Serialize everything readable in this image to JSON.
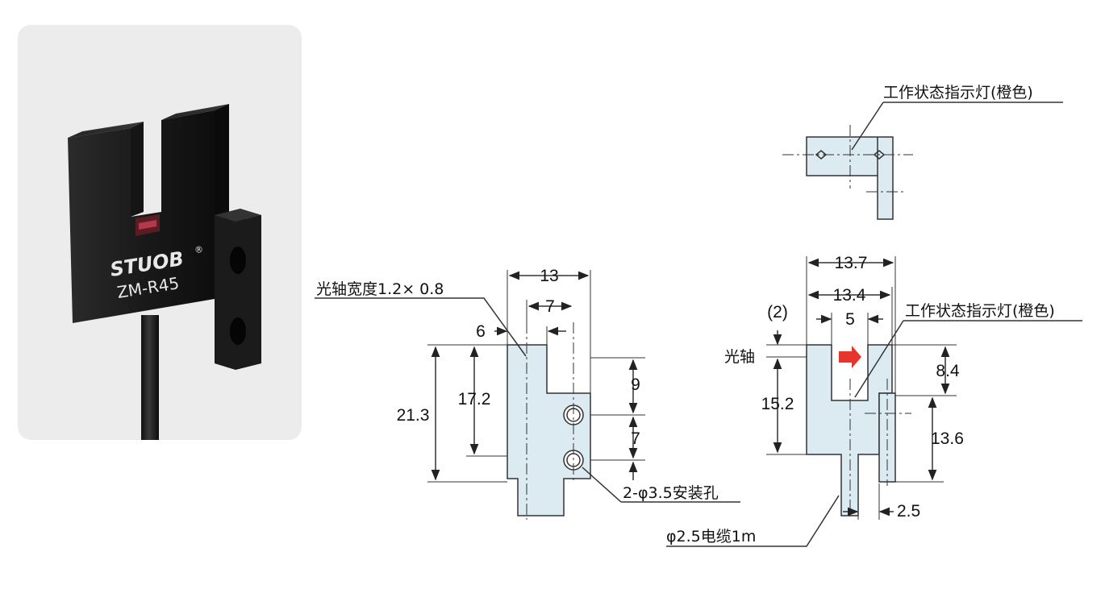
{
  "product": {
    "brand": "STUOB",
    "registered": "®",
    "model": "ZM-R45"
  },
  "drawing": {
    "colors": {
      "part_fill": "#dcebf2",
      "line": "#333333",
      "arrow": "#e8352b"
    },
    "labels": {
      "optical_axis_width": "光轴宽度1.2× 0.8",
      "indicator_top": "工作状态指示灯(橙色)",
      "indicator_side": "工作状态指示灯(橙色)",
      "optical_axis": "光轴",
      "mount_holes": "2-φ3.5安装孔",
      "cable": "φ2.5电缆1m"
    },
    "front_view": {
      "width_total": "13",
      "hole_offset": "7",
      "axis_offset": "6",
      "height_total": "21.3",
      "height_body": "17.2",
      "hole_top": "9",
      "hole_pitch": "7"
    },
    "side_view": {
      "width_outer": "13.7",
      "width_inner": "13.4",
      "gap": "5",
      "axis_step": "(2)",
      "slot_depth": "8.4",
      "body_height": "15.2",
      "flange_height": "13.6",
      "flange_thickness": "2.5"
    }
  }
}
